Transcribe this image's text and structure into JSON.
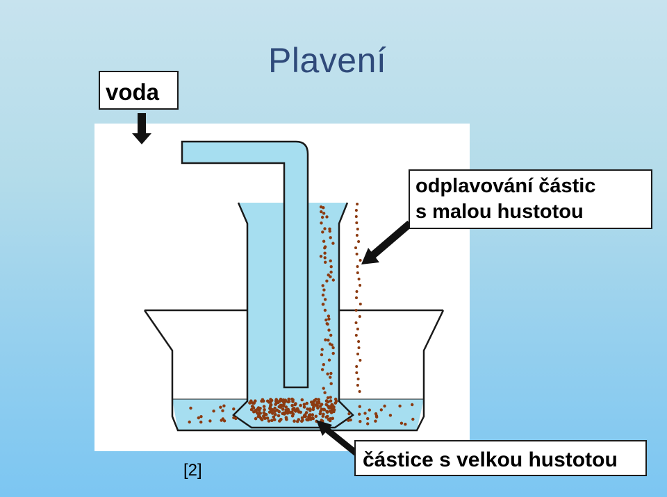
{
  "title": "Plavení",
  "labels": {
    "water": "voda",
    "light_particles_line1": "odplavování částic",
    "light_particles_line2": "s malou hustotou",
    "heavy_particles": "částice s velkou hustotou"
  },
  "reference": "[2]",
  "colors": {
    "water": "#a6def0",
    "tube": "#a6def0",
    "particles": "#8b3a10",
    "outline": "#1a1a1a",
    "arrow": "#000000",
    "title": "#2f4a7a"
  }
}
